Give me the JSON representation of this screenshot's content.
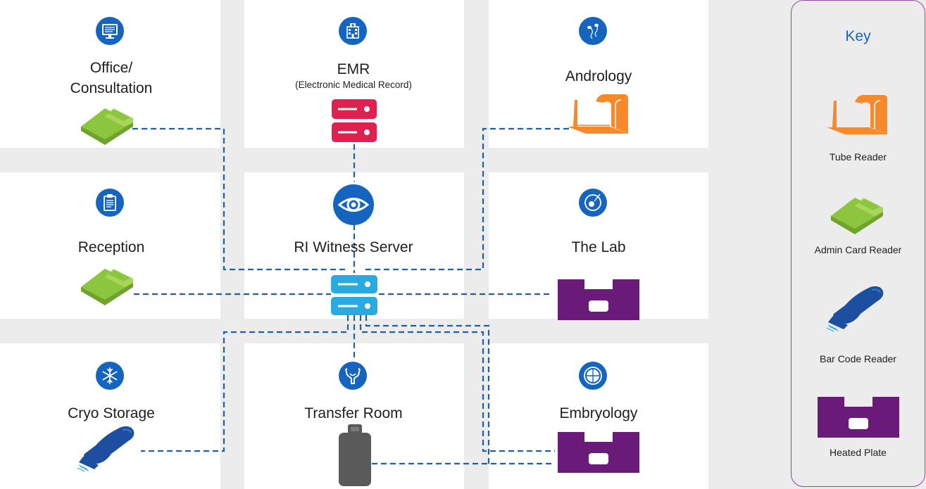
{
  "rooms": {
    "office": {
      "title_line1": "Office/",
      "title_line2": "Consultation"
    },
    "emr": {
      "title": "EMR",
      "subtitle": "(Electronic Medical Record)"
    },
    "andrology": {
      "title": "Andrology"
    },
    "reception": {
      "title": "Reception"
    },
    "server": {
      "title": "RI Witness Server"
    },
    "lab": {
      "title": "The Lab"
    },
    "cryo": {
      "title": "Cryo Storage"
    },
    "transfer": {
      "title": "Transfer Room"
    },
    "embryology": {
      "title": "Embryology"
    }
  },
  "key": {
    "title": "Key",
    "items": [
      {
        "label": "Tube Reader",
        "icon": "tube-reader-icon"
      },
      {
        "label": "Admin Card Reader",
        "icon": "admin-card-reader-icon"
      },
      {
        "label": "Bar Code Reader",
        "icon": "bar-code-reader-icon"
      },
      {
        "label": "Heated Plate",
        "icon": "heated-plate-icon"
      }
    ]
  },
  "colors": {
    "background": "#ececec",
    "room": "#ffffff",
    "icon_circle": "#1565c0",
    "wire": "#1f5fa6",
    "tube_reader": "#f7892b",
    "card_reader": "#8cc63f",
    "heated_plate": "#6a1b7a",
    "emr_server": "#e0204f",
    "witness_server": "#29abe2",
    "bar_code_reader": "#1d4fa0",
    "transfer_device": "#5a5a5a",
    "key_border": "#8a4a9e",
    "key_title": "#1565c0"
  }
}
